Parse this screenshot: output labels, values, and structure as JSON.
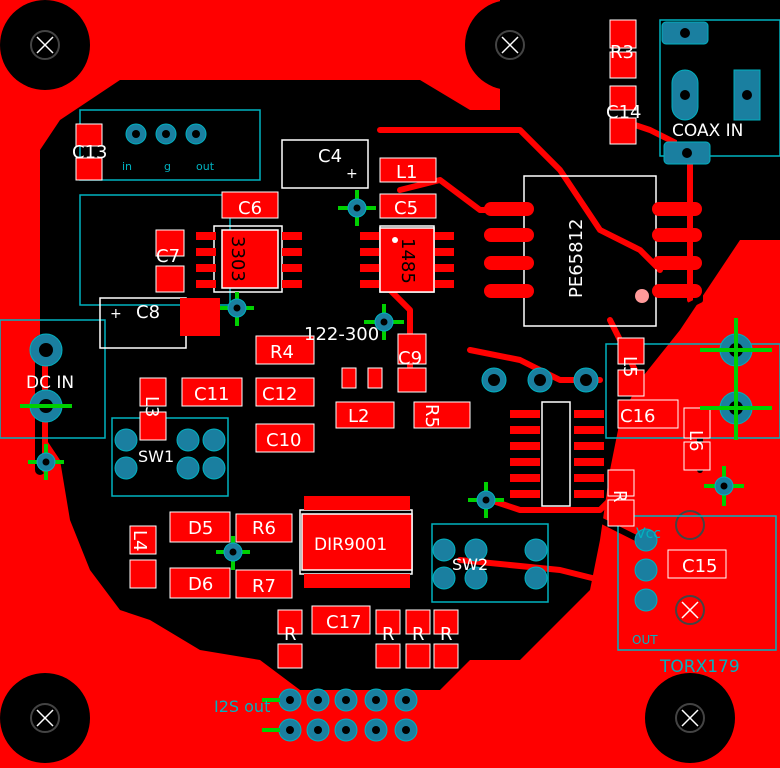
{
  "board": {
    "colors": {
      "background": "#000000",
      "copper": "#FF0000",
      "pad": "#FF0000",
      "outline": "#00B2C0",
      "via_ring": "#1A7FA0",
      "via_cross": "#00D000",
      "hole_ring": "#000000",
      "text": "#FFFFFF",
      "ic_text": "#000000"
    },
    "labels": {
      "c13": "C13",
      "c4": "C4",
      "l1": "L1",
      "c5": "C5",
      "c6": "C6",
      "c7": "C7",
      "c8": "C8",
      "r3": "R3",
      "c14": "C14",
      "coax_in": "COAX IN",
      "pe65812": "PE65812",
      "ic_3303": "3303",
      "ic_1485": "1485",
      "dc_in": "DC IN",
      "l3": "L3",
      "sw1": "SW1",
      "r4": "R4",
      "c9": "C9",
      "part_122_300": "122-300",
      "c11": "C11",
      "c12": "C12",
      "c10": "C10",
      "l2": "L2",
      "r5": "R5",
      "l5": "L5",
      "c16": "C16",
      "l6": "L6",
      "r_right": "R",
      "d5": "D5",
      "r6": "R6",
      "d6": "D6",
      "r7": "R7",
      "l4": "L4",
      "dir9001": "DIR9001",
      "sw2": "SW2",
      "c15": "C15",
      "vcc": "Vcc",
      "out": "OUT",
      "torx179": "TORX179",
      "c17": "C17",
      "r_a": "R",
      "r_b": "R",
      "r_c": "R",
      "r_d": "R",
      "i2s_out": "I2S out",
      "in_lbl": "in",
      "gnd_lbl": "g",
      "out_lbl": "out",
      "plus_c4": "+",
      "plus_c8": "+"
    }
  }
}
